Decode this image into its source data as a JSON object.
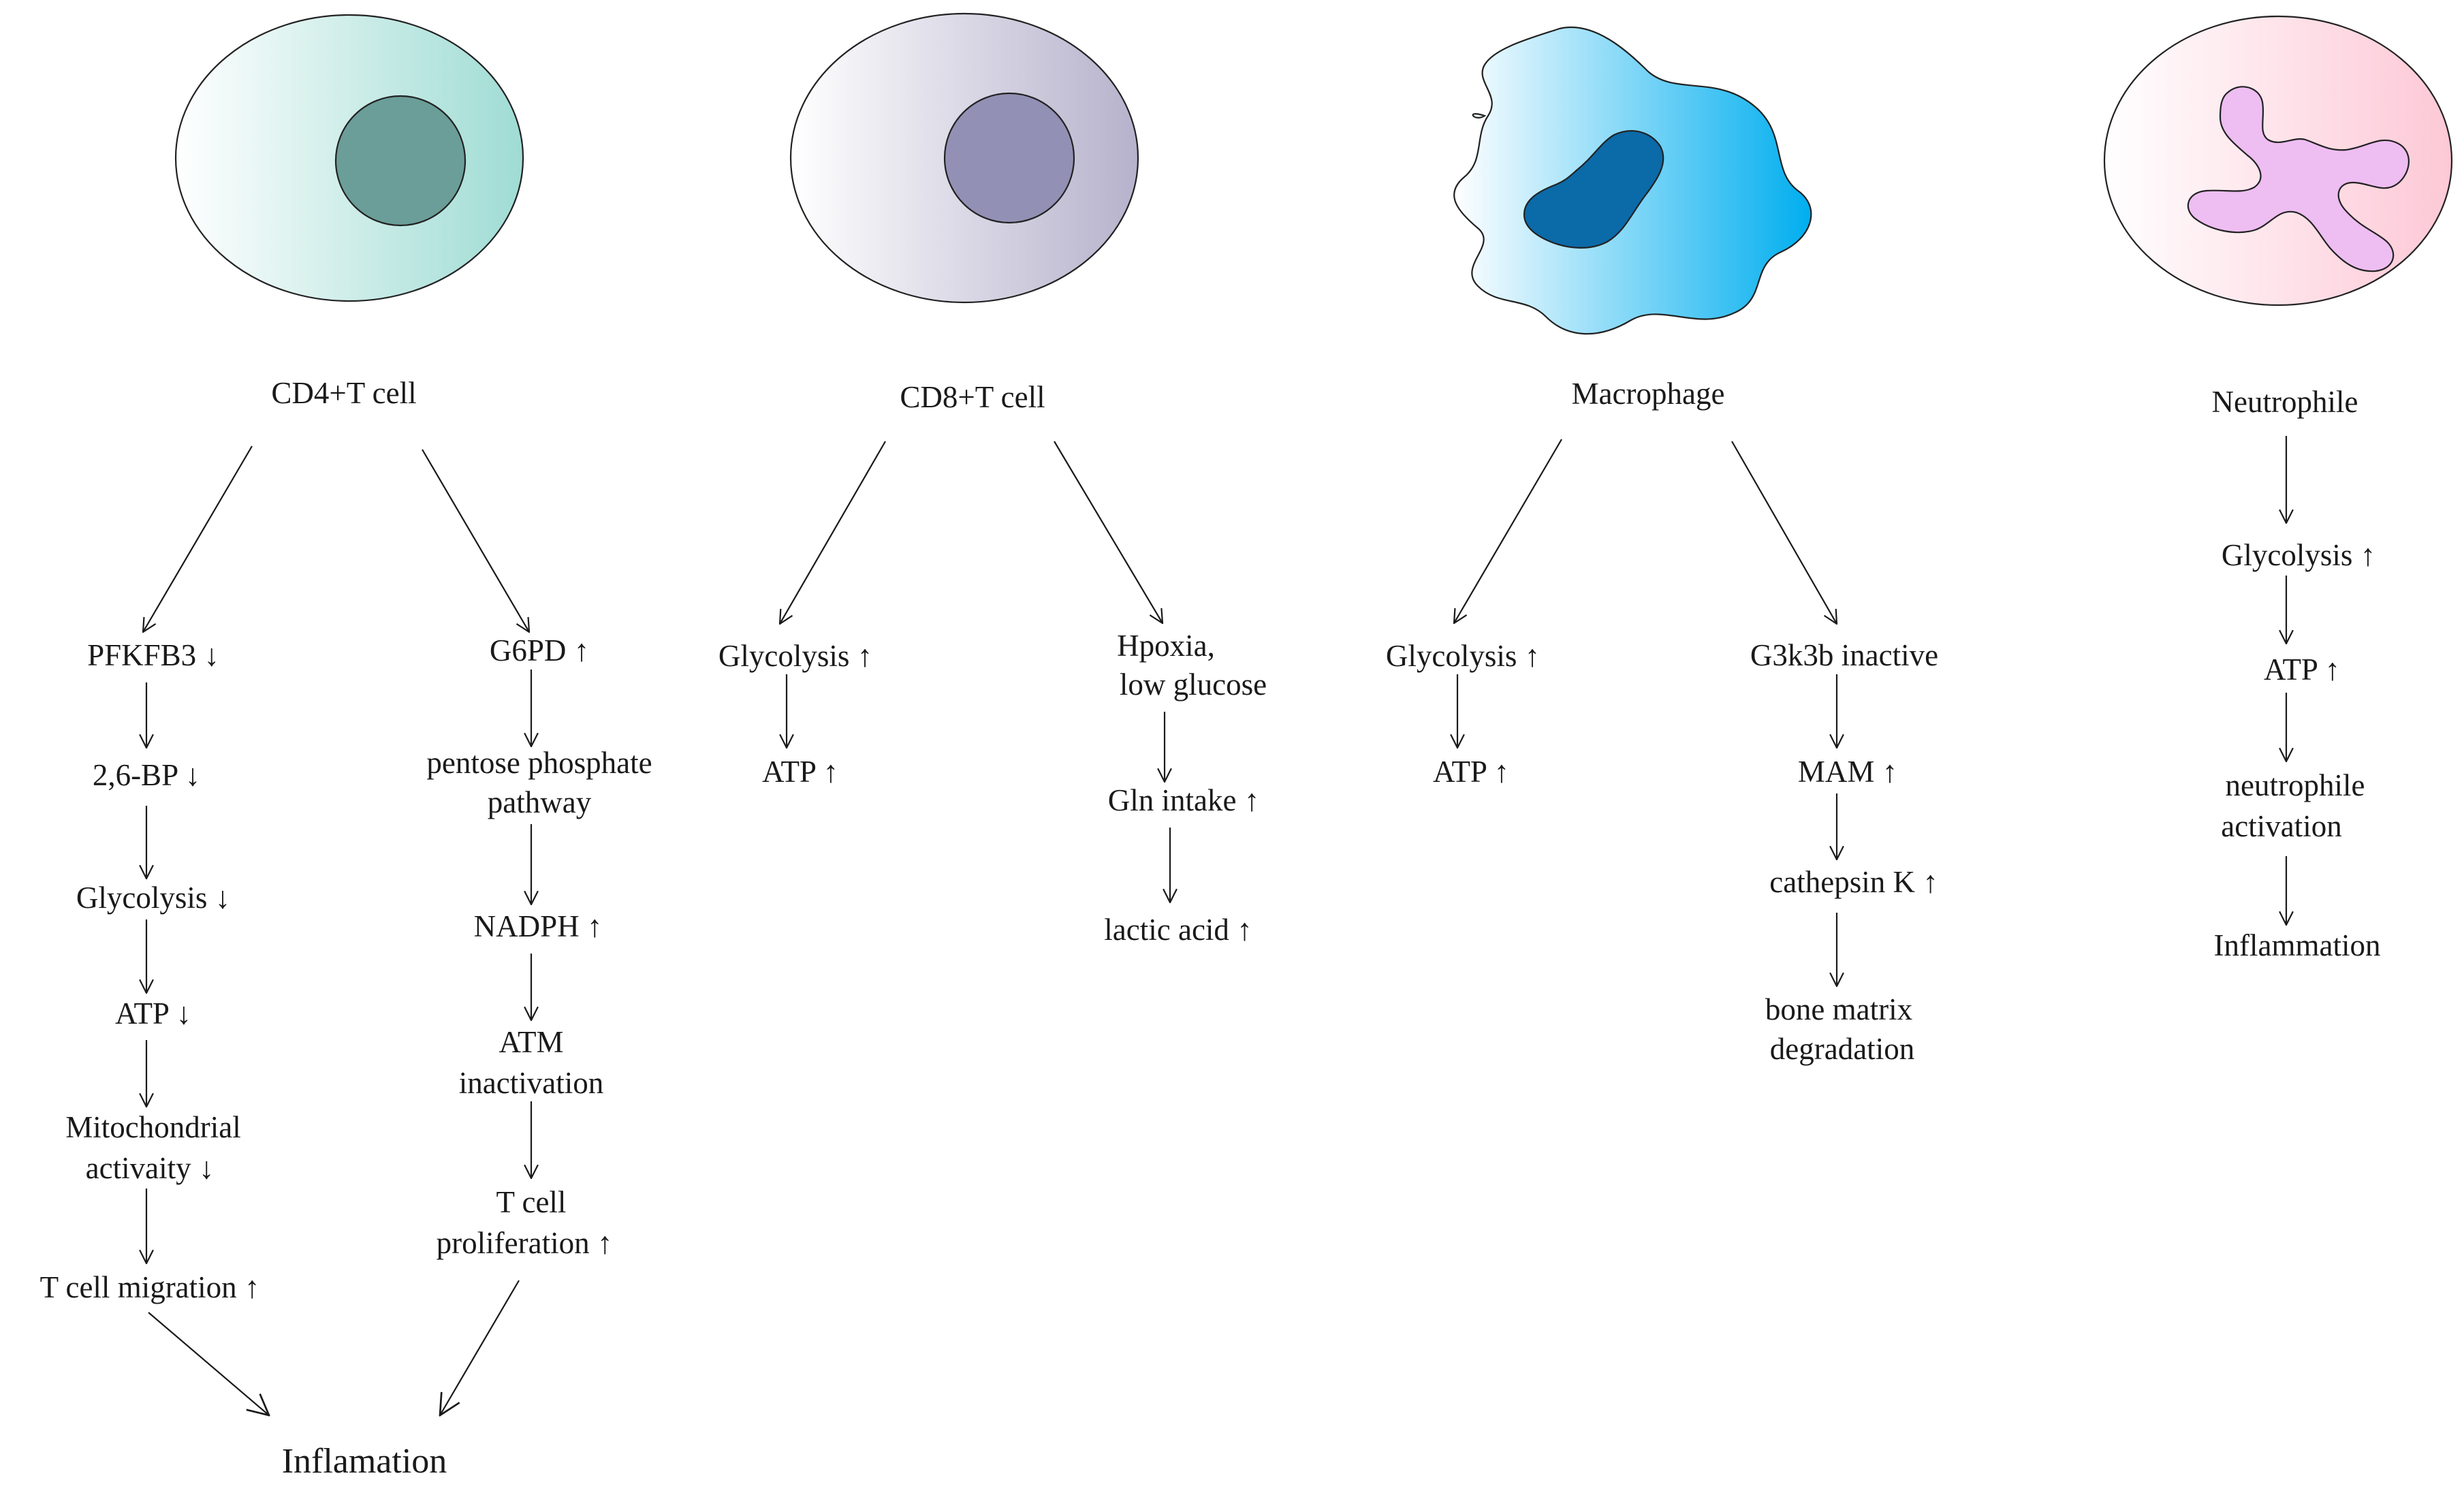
{
  "cells": {
    "cd4": {
      "name": "CD4+T cell",
      "left_path": [
        "PFKFB3 ↓",
        "2,6-BP ↓",
        "Glycolysis ↓",
        "ATP ↓",
        "Mitochondrial",
        "activaity ↓",
        "T cell migration ↑"
      ],
      "right_path": [
        "G6PD ↑",
        "pentose phosphate",
        "pathway",
        "NADPH ↑",
        "ATM",
        "inactivation",
        "T cell",
        "proliferation ↑"
      ],
      "outcome": "Inflamation"
    },
    "cd8": {
      "name": "CD8+T cell",
      "left_path": [
        "Glycolysis ↑",
        "ATP ↑"
      ],
      "right_path": [
        "Hpoxia,",
        "low glucose",
        "Gln intake ↑",
        "lactic acid ↑"
      ]
    },
    "macrophage": {
      "name": "Macrophage",
      "left_path": [
        "Glycolysis ↑",
        "ATP ↑"
      ],
      "right_path": [
        "G3k3b inactive",
        "MAM ↑",
        "cathepsin K ↑",
        "bone matrix",
        "degradation"
      ]
    },
    "neutrophile": {
      "name": "Neutrophile",
      "path": [
        "Glycolysis ↑",
        "ATP ↑",
        "neutrophile",
        "activation",
        "Inflammation"
      ]
    }
  },
  "colors": {
    "cd4_cell": "#9fdcd4",
    "cd4_nucleus": "#6b9e98",
    "cd8_cell": "#b6b2cc",
    "cd8_nucleus": "#9290b4",
    "macrophage_cell": "#00aeef",
    "macrophage_nucleus": "#0b6aa8",
    "neutrophile_cell": "#fdc8d6",
    "neutrophile_nucleus": "#eebdf2"
  }
}
